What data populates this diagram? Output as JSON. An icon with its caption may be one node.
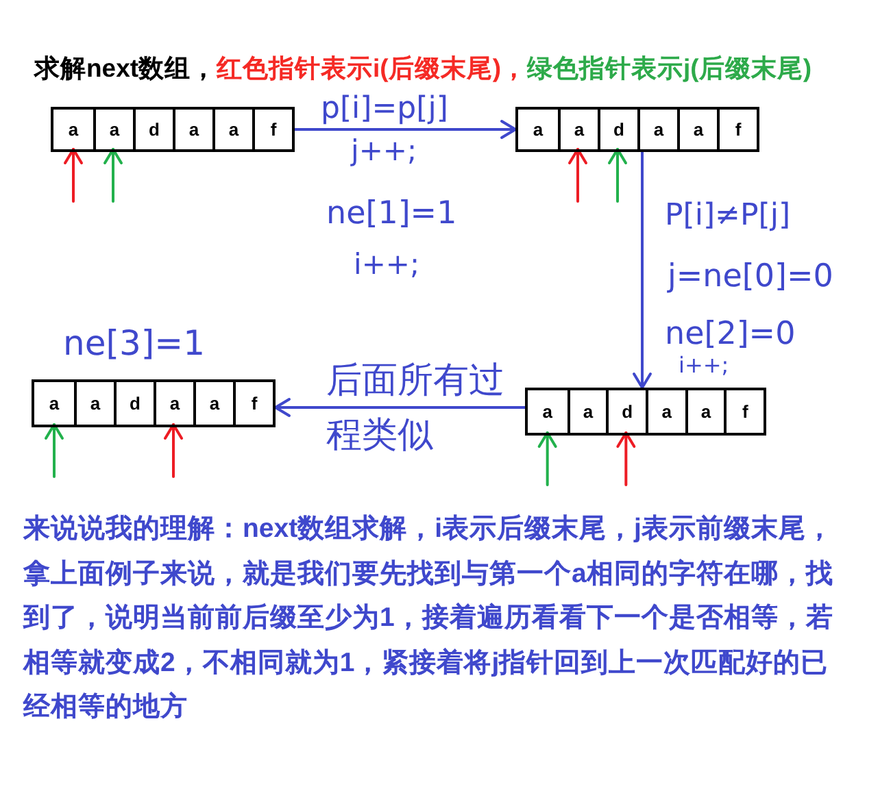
{
  "diagram": {
    "title": "求解next数组，",
    "nodes": [
      {
        "text": [],
        "shape": "box"
      },
      {
        "text": [
          "a"
        ],
        "in": 0
      },
      {
        "text": [
          "a"
        ],
        "in": 0
      },
      {
        "text": [
          "d"
        ],
        "in": 0
      },
      {
        "text": [
          "a"
        ],
        "in": 0
      },
      {
        "text": [
          "a"
        ],
        "in": 0
      },
      {
        "text": [
          "f"
        ],
        "in": 0
      },
      {
        "text": [],
        "shape": "box"
      },
      {
        "text": [
          "a"
        ],
        "in": 7
      },
      {
        "text": [
          "a"
        ],
        "in": 7
      },
      {
        "text": [
          "d"
        ],
        "in": 7
      },
      {
        "text": [
          "a"
        ],
        "in": 7
      },
      {
        "text": [
          "a"
        ],
        "in": 7
      },
      {
        "text": [
          "f"
        ],
        "in": 7
      },
      {
        "text": [],
        "shape": "box"
      },
      {
        "text": [
          "a"
        ],
        "in": 14
      },
      {
        "text": [
          "a"
        ],
        "in": 14
      },
      {
        "text": [
          "d"
        ],
        "in": 14
      },
      {
        "text": [
          "a"
        ],
        "in": 14
      },
      {
        "text": [
          "a"
        ],
        "in": 14
      },
      {
        "text": [
          "f"
        ],
        "in": 14
      },
      {
        "text": [],
        "shape": "box"
      },
      {
        "text": [
          "a"
        ],
        "in": 21
      },
      {
        "text": [
          "a"
        ],
        "in": 21
      },
      {
        "text": [
          "d"
        ],
        "in": 21
      },
      {
        "text": [
          "a"
        ],
        "in": 21
      },
      {
        "text": [
          "a"
        ],
        "in": 21
      },
      {
        "text": [
          "f"
        ],
        "in": 21
      }
    ],
    "edges": [
      {
        "from": 0,
        "to": 7,
        "arrow": "to",
        "label": "p[i]=p[j]",
        "color": "#3f48cc"
      },
      {
        "from": 7,
        "to": 21,
        "arrow": "to",
        "label": "P[i]≠P[j]",
        "color": "#3f48cc"
      },
      {
        "from": 21,
        "to": 14,
        "arrow": "to",
        "label": "后面所有过程类似",
        "color": "#3f48cc"
      },
      {
        "from": null,
        "to": 1,
        "arrow": "to",
        "color": "#ed1c24"
      },
      {
        "from": null,
        "to": 2,
        "arrow": "to",
        "color": "#22b14c"
      },
      {
        "from": null,
        "to": 9,
        "arrow": "to",
        "color": "#ed1c24"
      },
      {
        "from": null,
        "to": 10,
        "arrow": "to",
        "color": "#22b14c"
      },
      {
        "from": null,
        "to": 15,
        "arrow": "to",
        "color": "#22b14c"
      },
      {
        "from": null,
        "to": 18,
        "arrow": "to",
        "color": "#ed1c24"
      },
      {
        "from": null,
        "to": 22,
        "arrow": "to",
        "color": "#22b14c"
      },
      {
        "from": null,
        "to": 24,
        "arrow": "to",
        "color": "#ed1c24"
      }
    ],
    "labels": [
      "j++;",
      "ne[1]=1",
      "i++;",
      "j=ne[0]=0",
      "ne[2]=0",
      "i++;",
      "ne[3]=1",
      "来说说我的理解：next数组求解，i表示后缀末尾，j表示前缀末尾，拿上面例子来说，就是我们要先找到与第一个a相同的字符在哪，找到了，说明当前前后缀至少为1，接着遍历看看下一个是否相等，若相等就变成2，不相同就为1，紧接着将j指针回到上一次匹配好的已经相等的地方"
    ],
    "legend": [
      {
        "text": "红色指针表示i(后缀末尾)，",
        "color": "#f52a25"
      },
      {
        "text": "绿色指针表示j(后缀末尾)",
        "color": "#2daa4a"
      }
    ]
  }
}
